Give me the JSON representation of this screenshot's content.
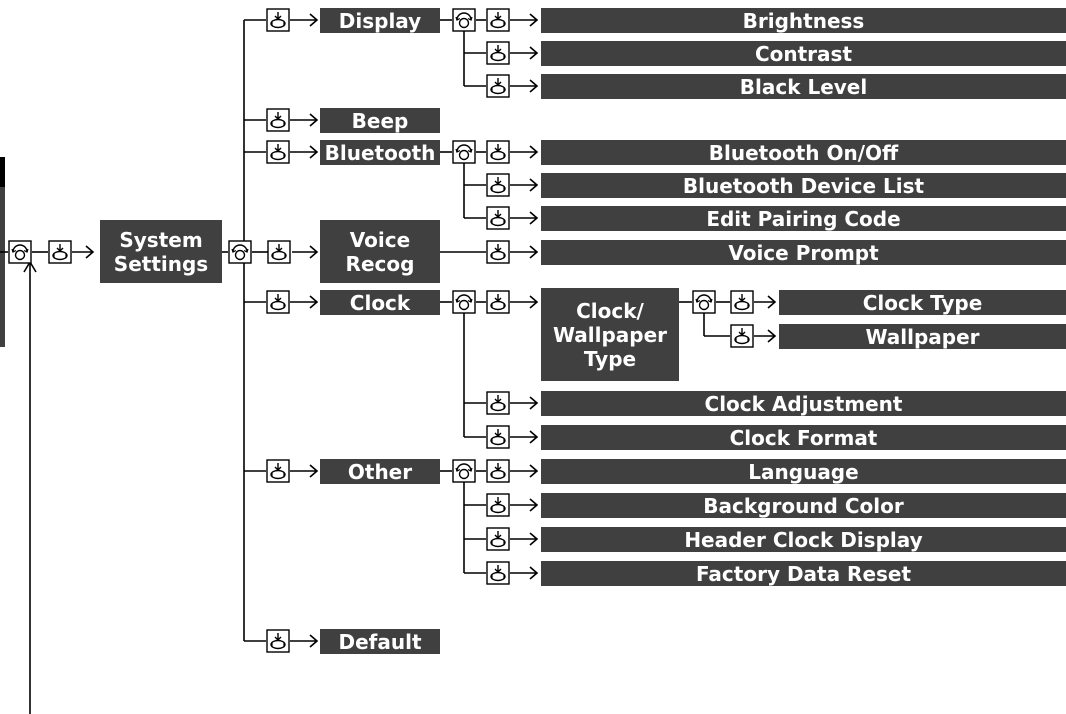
{
  "colors": {
    "box_fill": "#404040",
    "box_text": "#ffffff",
    "line": "#000000"
  },
  "icons": {
    "rotate": "rotate-knob-icon",
    "press": "press-knob-icon"
  },
  "root": {
    "label": "System\nSettings"
  },
  "menu": {
    "display": {
      "label": "Display",
      "items": [
        "Brightness",
        "Contrast",
        "Black Level"
      ]
    },
    "beep": {
      "label": "Beep"
    },
    "bluetooth": {
      "label": "Bluetooth",
      "items": [
        "Bluetooth On/Off",
        "Bluetooth Device List",
        "Edit Pairing Code"
      ]
    },
    "voice": {
      "label": "Voice\nRecog",
      "items": [
        "Voice Prompt"
      ]
    },
    "clock": {
      "label": "Clock",
      "wallpaper": {
        "label": "Clock/\nWallpaper\nType",
        "items": [
          "Clock Type",
          "Wallpaper"
        ]
      },
      "items": [
        "Clock Adjustment",
        "Clock Format"
      ]
    },
    "other": {
      "label": "Other",
      "items": [
        "Language",
        "Background Color",
        "Header Clock Display",
        "Factory Data Reset"
      ]
    },
    "default": {
      "label": "Default"
    }
  }
}
